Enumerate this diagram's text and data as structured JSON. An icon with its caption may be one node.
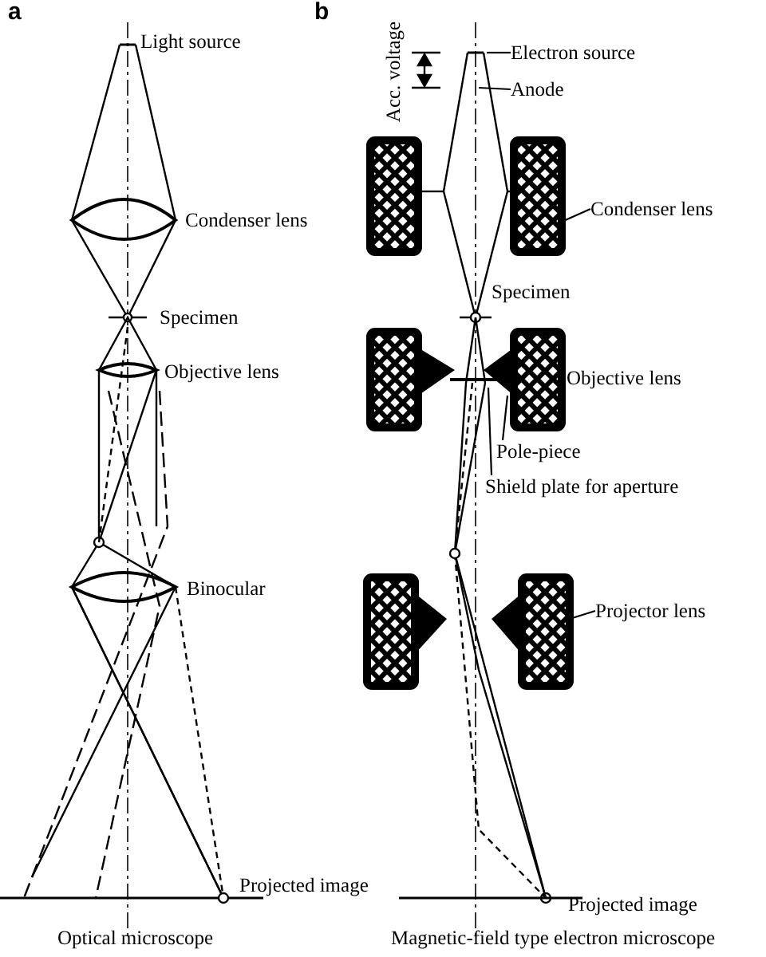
{
  "diagram": {
    "nodes": [
      {
        "text": [
          "Electron source"
        ]
      },
      {
        "text": [
          "Anode"
        ]
      },
      {
        "text": [
          "Condenser lens"
        ]
      },
      {
        "text": [
          "Pole-piece"
        ]
      },
      {
        "text": [
          "Shield plate for aperture"
        ]
      },
      {
        "text": [
          "Projector lens"
        ]
      }
    ],
    "edges": [
      {
        "from": 0,
        "to": null,
        "arrow": "none"
      },
      {
        "from": 1,
        "to": null,
        "arrow": "none"
      },
      {
        "from": 2,
        "to": null,
        "arrow": "none"
      },
      {
        "from": 3,
        "to": null,
        "arrow": "none"
      },
      {
        "from": 4,
        "to": null,
        "arrow": "none"
      },
      {
        "from": 5,
        "to": null,
        "arrow": "none"
      }
    ],
    "labels": [
      "a",
      "b",
      "Light source",
      "Acc. voltage",
      "Condenser lens",
      "Specimen",
      "Specimen",
      "Objective lens",
      "Objective lens",
      "Binocular",
      "Projected image",
      "Projected image",
      "Optical microscope",
      "Magnetic-field type electron microscope"
    ]
  }
}
